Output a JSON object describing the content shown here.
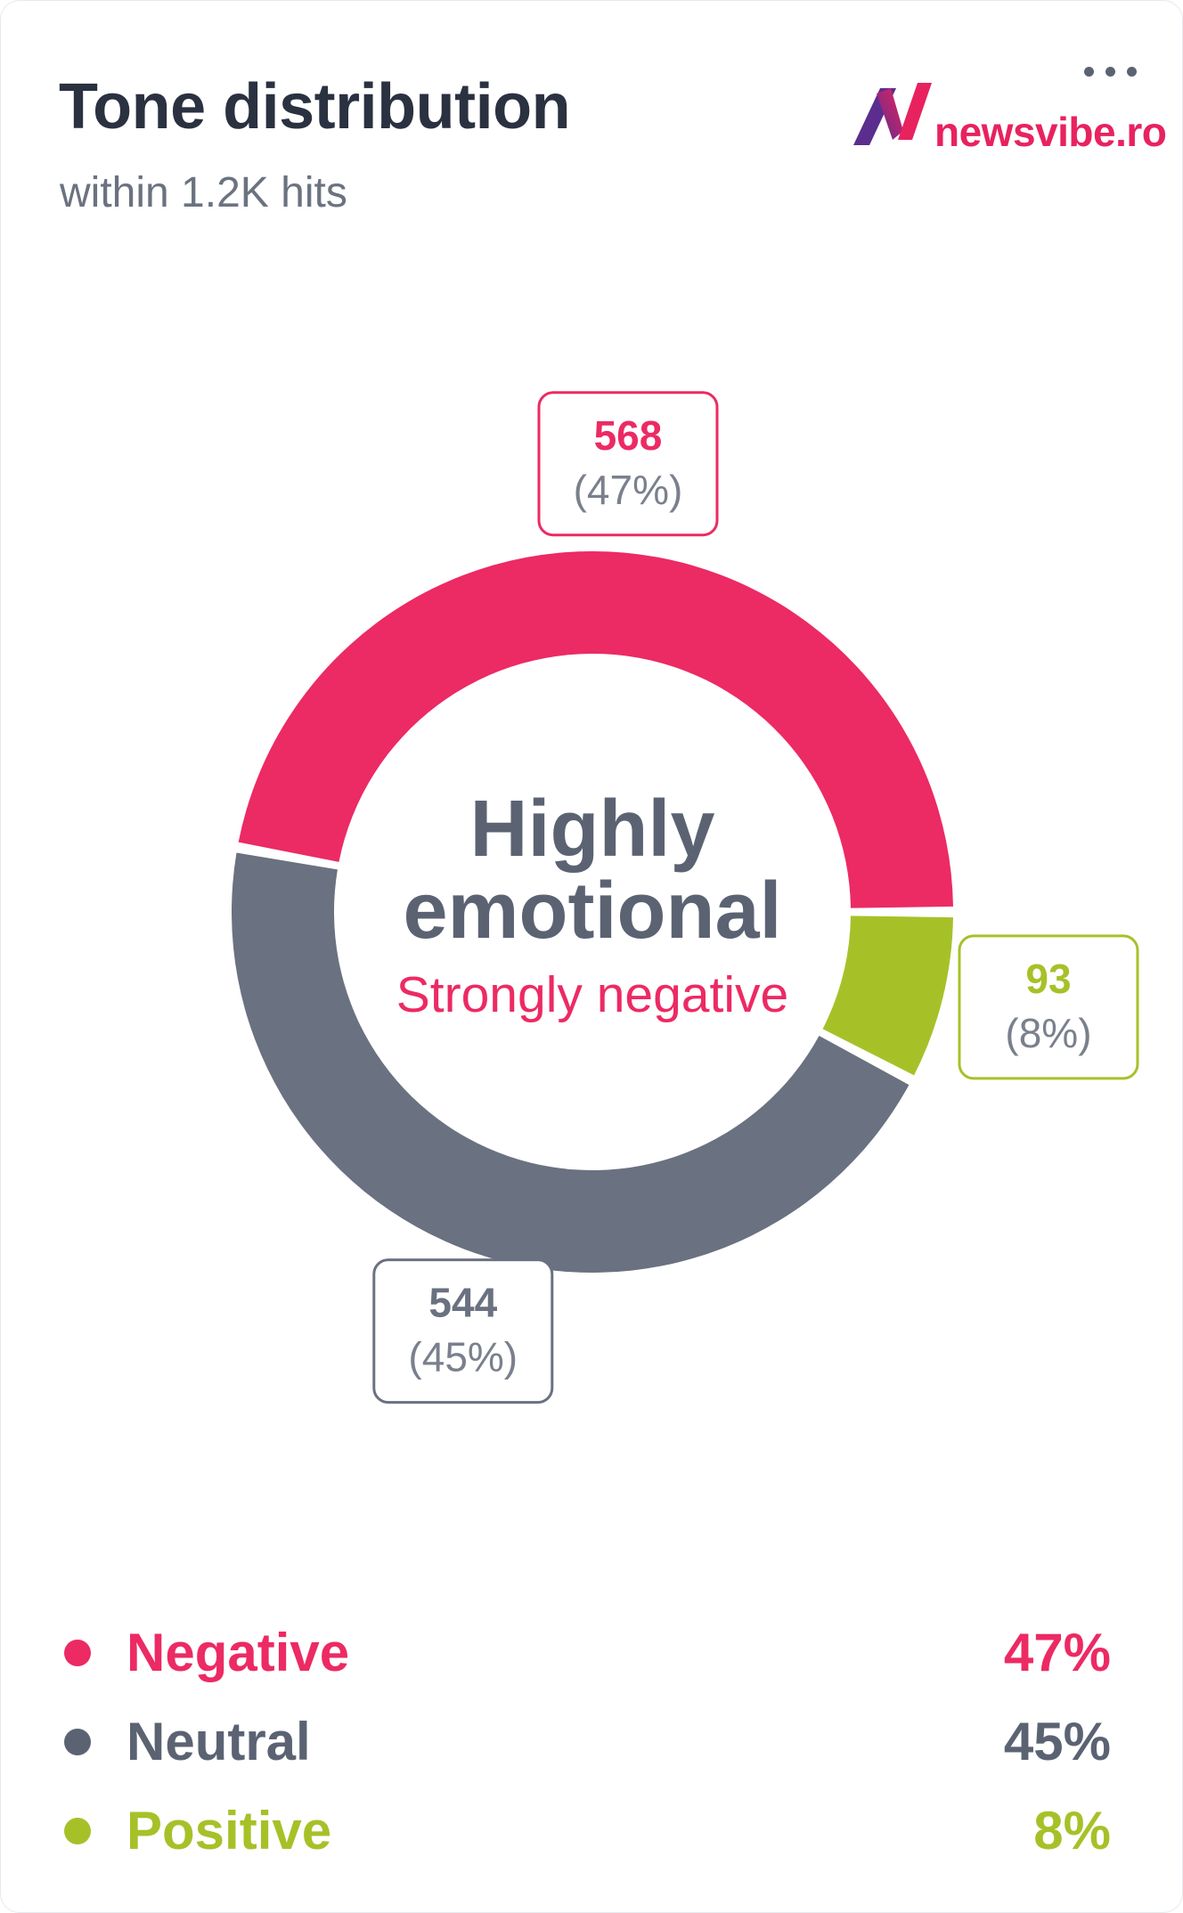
{
  "header": {
    "title": "Tone distribution",
    "subtitle": "within 1.2K hits",
    "brand": "newsvibe.ro"
  },
  "colors": {
    "negative": "#ec2a64",
    "neutral": "#6b7280",
    "positive": "#a6c128",
    "brand": "#e8225f"
  },
  "icons": {
    "menu": "more-dots-icon",
    "logo": "newsvibe-logo-icon"
  },
  "center": {
    "title_line1": "Highly",
    "title_line2": "emotional",
    "subtitle": "Strongly negative"
  },
  "chart_data": {
    "type": "pie",
    "categories": [
      "Negative",
      "Neutral",
      "Positive"
    ],
    "values": [
      568,
      544,
      93
    ],
    "percent_labels": [
      "(47%)",
      "(45%)",
      "(8%)"
    ],
    "value_labels": [
      "568",
      "544",
      "93"
    ]
  },
  "legend": [
    {
      "label": "Negative",
      "pct": "47%"
    },
    {
      "label": "Neutral",
      "pct": "45%"
    },
    {
      "label": "Positive",
      "pct": "8%"
    }
  ]
}
